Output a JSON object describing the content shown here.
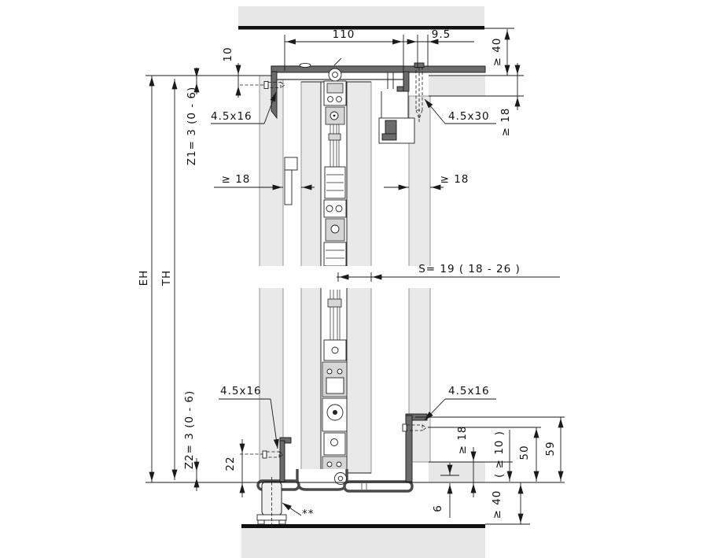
{
  "drawing": {
    "labels": {
      "width_110": "110",
      "offset_9_5": "9.5",
      "min_40_top": "≥ 40",
      "dim_10": "10",
      "screw_top_left": "4.5x16",
      "z1": "Z1= 3 (0 - 6)",
      "screw_top_right": "4.5x30",
      "min_18_top_right": "≥ 18",
      "min_18_left": "≥ 18",
      "min_18_right": "≥ 18",
      "installation_height": "EH",
      "door_height": "TH",
      "panel_thickness": "S= 19 ( 18 - 26 )",
      "screw_bottom_left": "4.5x16",
      "z2": "Z2= 3 (0 - 6)",
      "dim_22": "22",
      "screw_bottom_right": "4.5x16",
      "min_18_bottom_right": "≥ 18",
      "min_10_bottom": "( ≥ 10 )",
      "dim_50": "50",
      "dim_59": "59",
      "dim_6": "6",
      "min_40_bottom": "≥ 40",
      "footnote_marker": "**"
    },
    "colors": {
      "background": "#ffffff",
      "panel_fill": "#e9e9e9",
      "profile_dark": "#6b6b6b",
      "line": "#1a1a1a"
    }
  }
}
